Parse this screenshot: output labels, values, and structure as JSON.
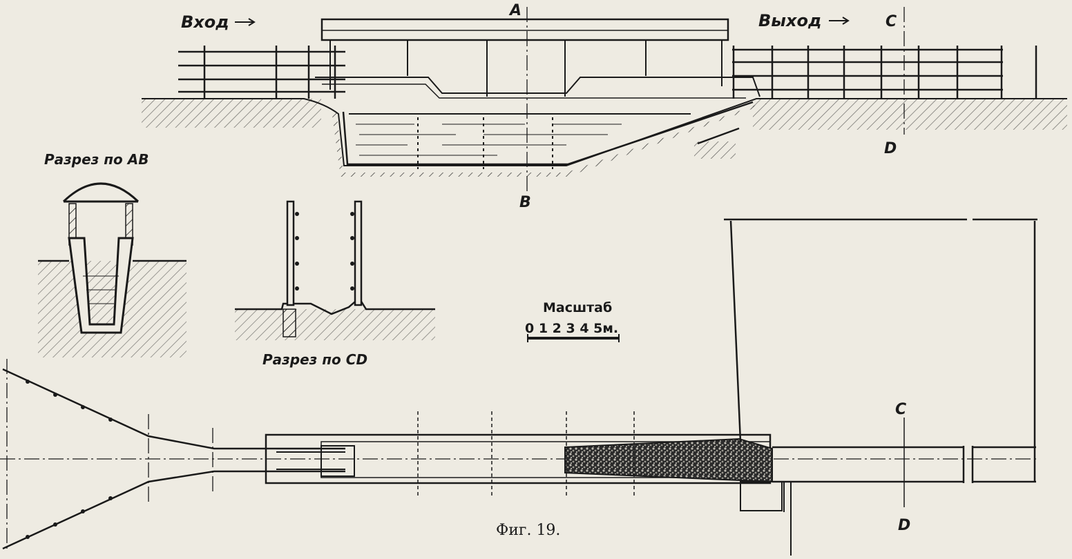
{
  "labels": {
    "entrance": "Вход",
    "exit": "Выход",
    "point_a": "A",
    "point_b": "B",
    "point_c_top": "C",
    "point_d_top": "D",
    "point_c_bottom": "C",
    "point_d_bottom": "D",
    "section_ab": "Разрез по AB",
    "section_cd": "Разрез по CD",
    "scale_title": "Масштаб",
    "scale_ticks": "0 1 2 3 4 5м.",
    "caption": "Фиг. 19."
  },
  "colors": {
    "paper": "#eeebe2",
    "ink": "#1a1a1a"
  }
}
